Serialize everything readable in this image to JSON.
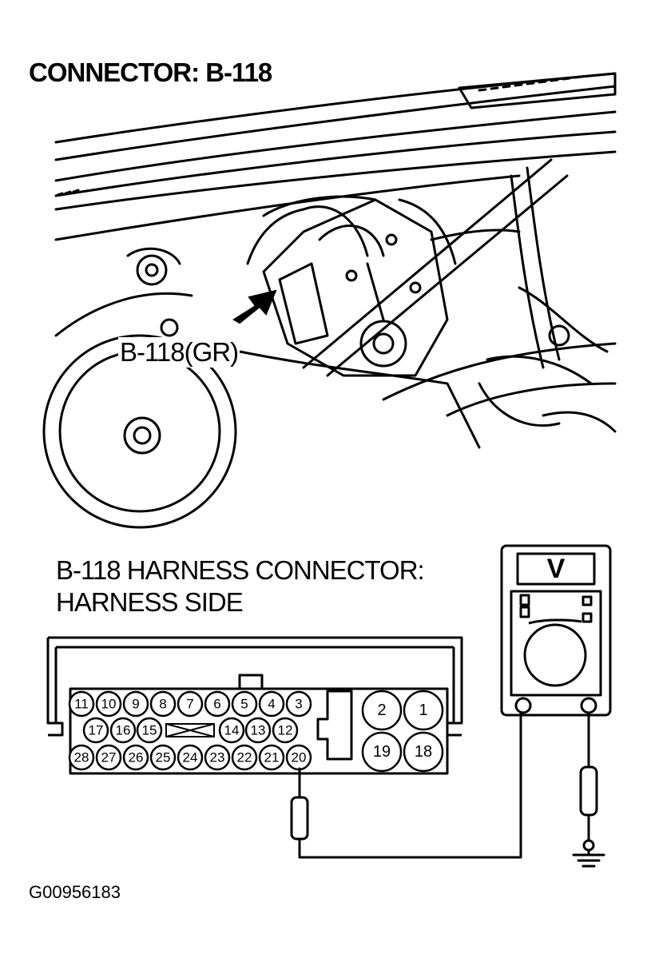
{
  "title": "CONNECTOR: B-118",
  "engine_callout": "B-118(GR)",
  "harness": {
    "heading_line1": "B-118 HARNESS CONNECTOR:",
    "heading_line2": "HARNESS SIDE"
  },
  "connector_pins": {
    "row1": [
      "11",
      "10",
      "9",
      "8",
      "7",
      "6",
      "5",
      "4",
      "3"
    ],
    "row2": [
      "17",
      "16",
      "15",
      "14",
      "13",
      "12"
    ],
    "row3": [
      "28",
      "27",
      "26",
      "25",
      "24",
      "23",
      "22",
      "21",
      "20"
    ],
    "large_top": [
      "2",
      "1"
    ],
    "large_bottom": [
      "19",
      "18"
    ]
  },
  "meter": {
    "display": "V",
    "icon": "voltmeter-icon"
  },
  "ground_icon": "ground-symbol-icon",
  "figure_code": "G00956183"
}
